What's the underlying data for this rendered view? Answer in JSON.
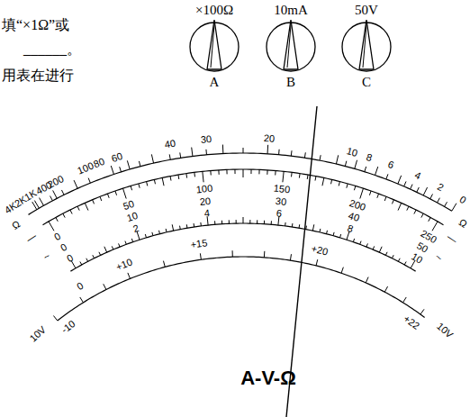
{
  "diagram": {
    "nodes": [
      {
        "text": [
          "×100Ω",
          "A"
        ]
      },
      {
        "text": [
          "10mA",
          "B"
        ]
      },
      {
        "text": [
          "50V",
          "C"
        ]
      }
    ],
    "labels": [
      "填“×1Ω”或",
      "______。",
      "用表在进行",
      "4K",
      "2K",
      "1K",
      "400",
      "200",
      "100",
      "80",
      "60",
      "40",
      "30",
      "20",
      "10",
      "8",
      "6",
      "4",
      "2",
      "0",
      "Ω",
      "—",
      "~",
      "Ω",
      "—",
      "~",
      "0",
      "50",
      "100",
      "150",
      "200",
      "250",
      "0",
      "10",
      "20",
      "30",
      "40",
      "50",
      "0",
      "2",
      "4",
      "6",
      "8",
      "10",
      "-10",
      "0",
      "+10",
      "+15",
      "+20",
      "+22",
      "10V",
      "10V",
      "A-V-Ω"
    ]
  }
}
